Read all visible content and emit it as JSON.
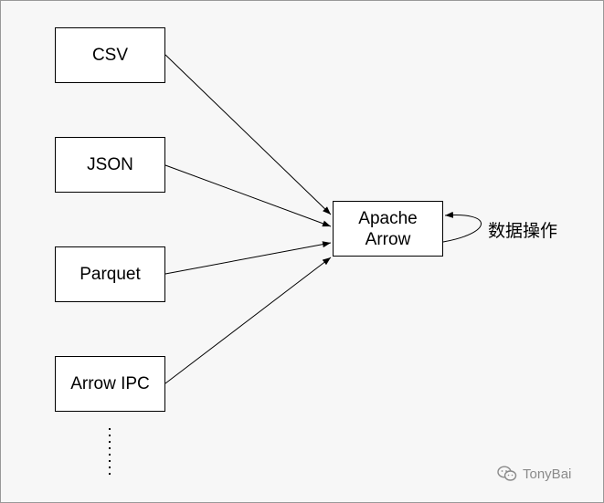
{
  "nodes": {
    "csv": "CSV",
    "json": "JSON",
    "parquet": "Parquet",
    "arrow_ipc": "Arrow IPC",
    "apache_arrow": "Apache\nArrow"
  },
  "self_loop_label": "数据操作",
  "watermark": "TonyBai"
}
